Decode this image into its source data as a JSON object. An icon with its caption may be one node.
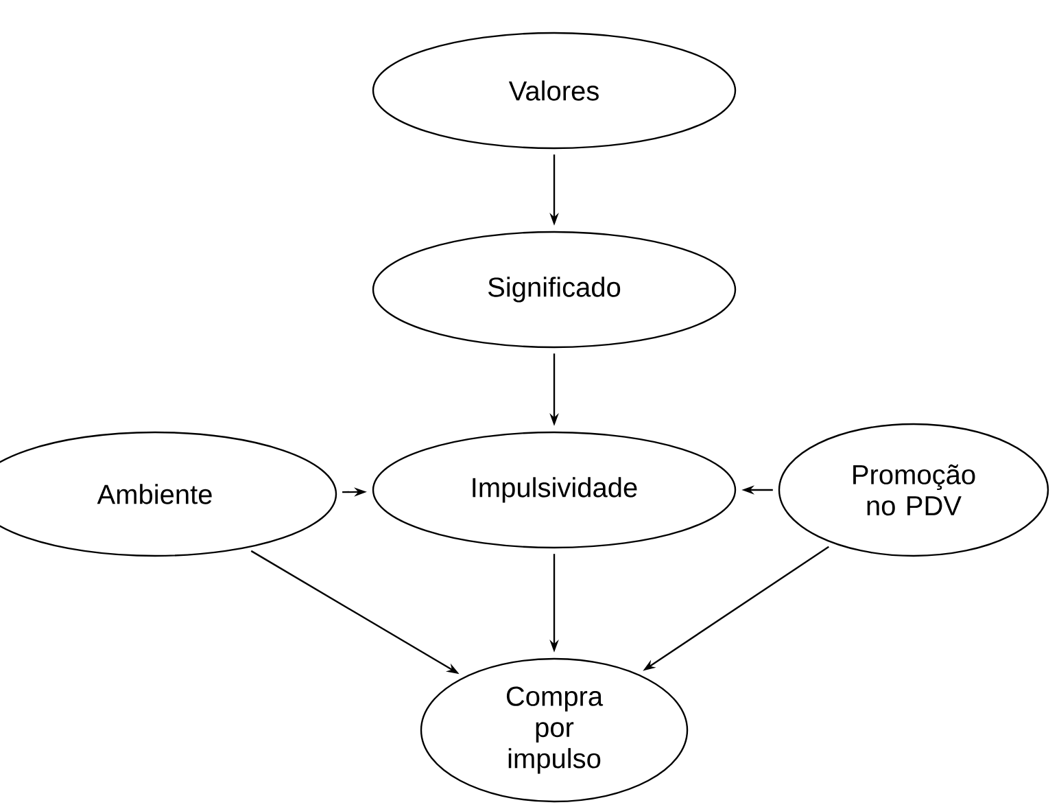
{
  "diagram": {
    "nodes": [
      {
        "text": [
          "Valores"
        ]
      },
      {
        "text": [
          "Significado"
        ]
      },
      {
        "text": [
          "Ambiente"
        ]
      },
      {
        "text": [
          "Impulsividade"
        ]
      },
      {
        "text": [
          "Promoção no PDV"
        ]
      },
      {
        "text": [
          "Compra por impulso"
        ]
      }
    ],
    "edges": [
      {
        "from": 0,
        "to": 1,
        "arrow": "to"
      },
      {
        "from": 1,
        "to": 3,
        "arrow": "to"
      },
      {
        "from": 2,
        "to": 3,
        "arrow": "to"
      },
      {
        "from": 4,
        "to": 3,
        "arrow": "to"
      },
      {
        "from": 2,
        "to": 5,
        "arrow": "to"
      },
      {
        "from": 3,
        "to": 5,
        "arrow": "to"
      },
      {
        "from": 4,
        "to": 5,
        "arrow": "to"
      }
    ]
  }
}
